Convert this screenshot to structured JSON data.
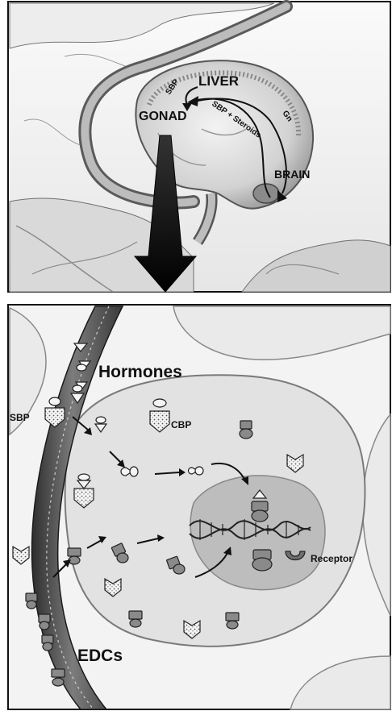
{
  "top_panel": {
    "labels": {
      "liver": "LIVER",
      "gonad": "GONAD",
      "brain": "BRAIN",
      "sbp": "SBP",
      "sbp_steroids": "SBP + Steroids",
      "gn": "Gn"
    }
  },
  "bottom_panel": {
    "labels": {
      "hormones": "Hormones",
      "sbp": "SBP",
      "cbp": "CBP",
      "receptor": "Receptor",
      "edcs": "EDCs"
    }
  },
  "colors": {
    "ink": "#111111",
    "panel_bg": "#f2f2f2",
    "cell_fill": "#e2e2e2",
    "nucleus_fill": "#bdbdbd",
    "vessel_dark": "#3a3a3a",
    "vessel_light": "#9a9a9a"
  }
}
